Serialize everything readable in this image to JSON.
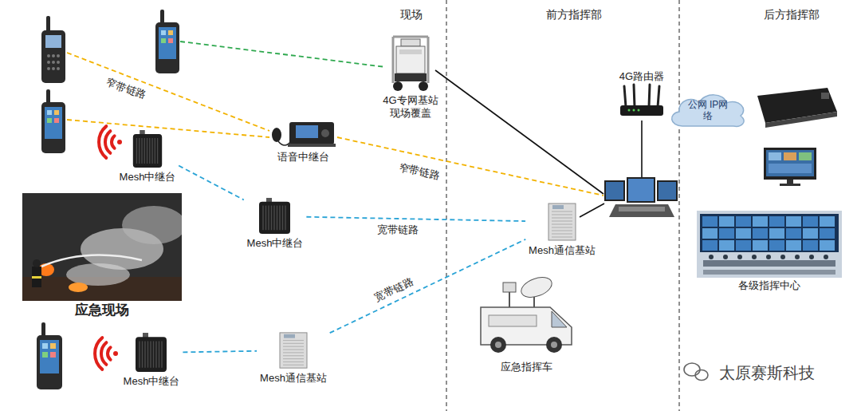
{
  "diagram": {
    "nodes": [
      {
        "text": [
          "4G专网基站 现场覆盖"
        ]
      },
      {
        "text": [
          "Mesh中继台"
        ]
      },
      {
        "text": [
          "语音中继台"
        ]
      },
      {
        "text": [
          "Mesh中继台"
        ]
      },
      {
        "text": [
          "Mesh通信基站"
        ]
      },
      {
        "text": [
          "4G路由器"
        ]
      },
      {
        "text": [
          "公网 IP网络"
        ]
      },
      {
        "text": [
          "各级指挥中心"
        ]
      },
      {
        "text": [
          "应急现场"
        ]
      },
      {
        "text": [
          "应急指挥车"
        ]
      },
      {
        "text": [
          "Mesh中继台"
        ]
      },
      {
        "text": [
          "Mesh通信基站"
        ]
      }
    ],
    "edges": [
      {
        "from": 1,
        "to": 3,
        "arrow": "none"
      },
      {
        "from": 3,
        "to": 4,
        "label": "宽带链路",
        "arrow": "none"
      },
      {
        "from": 11,
        "to": 4,
        "label": "宽带链路",
        "arrow": "none"
      },
      {
        "from": 10,
        "to": 11,
        "arrow": "none"
      }
    ],
    "labels": [
      "现场",
      "前方指挥部",
      "后方指挥部",
      "窄带链路",
      "窄带链路",
      "太原赛斯科技"
    ]
  }
}
